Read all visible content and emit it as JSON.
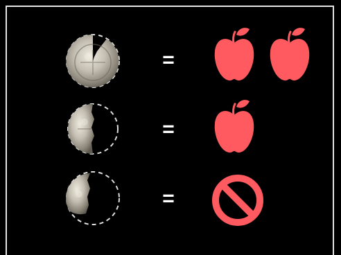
{
  "rows": [
    {
      "coin": "coin-nearly-whole",
      "equals": "=",
      "result": [
        "apple-icon",
        "apple-icon"
      ]
    },
    {
      "coin": "coin-half",
      "equals": "=",
      "result": [
        "apple-icon"
      ]
    },
    {
      "coin": "coin-quarter",
      "equals": "=",
      "result": [
        "prohibited-icon"
      ]
    }
  ],
  "colors": {
    "background": "#000000",
    "frame": "#e6e6e6",
    "apple": "#ff5a5f",
    "prohibit": "#ff5a5f",
    "coin_silver": "#c9c4b8",
    "dashed_outline": "#dddddd"
  }
}
